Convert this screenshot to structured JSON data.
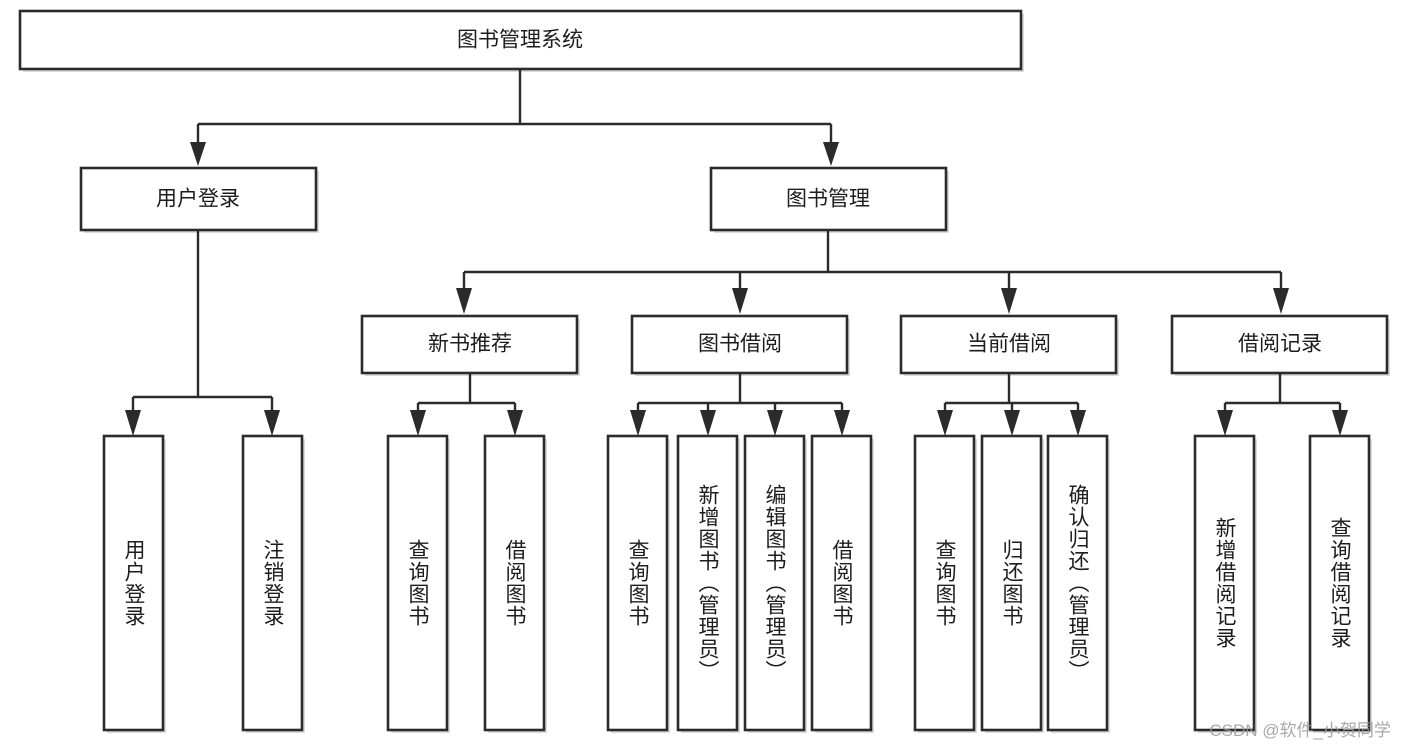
{
  "diagram": {
    "title": "图书管理系统",
    "type": "tree",
    "watermark": "CSDN @软件_小贺同学",
    "colors": {
      "box_fill": "#ffffff",
      "box_stroke": "#2b2b2b",
      "text": "#1d1d1d",
      "connector": "#2b2b2b",
      "watermark": "#9a9a9a",
      "background": "#ffffff"
    },
    "root": {
      "label": "图书管理系统"
    },
    "level2": [
      {
        "label": "用户登录"
      },
      {
        "label": "图书管理"
      }
    ],
    "level3": [
      {
        "label": "新书推荐"
      },
      {
        "label": "图书借阅"
      },
      {
        "label": "当前借阅"
      },
      {
        "label": "借阅记录"
      }
    ],
    "leaves": {
      "user_login": [
        {
          "label": "用户登录"
        },
        {
          "label": "注销登录"
        }
      ],
      "new_book_recommend": [
        {
          "label": "查询图书"
        },
        {
          "label": "借阅图书"
        }
      ],
      "book_borrow": [
        {
          "label": "查询图书"
        },
        {
          "label": "新增图书（管理员）"
        },
        {
          "label": "编辑图书（管理员）"
        },
        {
          "label": "借阅图书"
        }
      ],
      "current_borrow": [
        {
          "label": "查询图书"
        },
        {
          "label": "归还图书"
        },
        {
          "label": "确认归还（管理员）"
        }
      ],
      "borrow_record": [
        {
          "label": "新增借阅记录"
        },
        {
          "label": "查询借阅记录"
        }
      ]
    }
  }
}
